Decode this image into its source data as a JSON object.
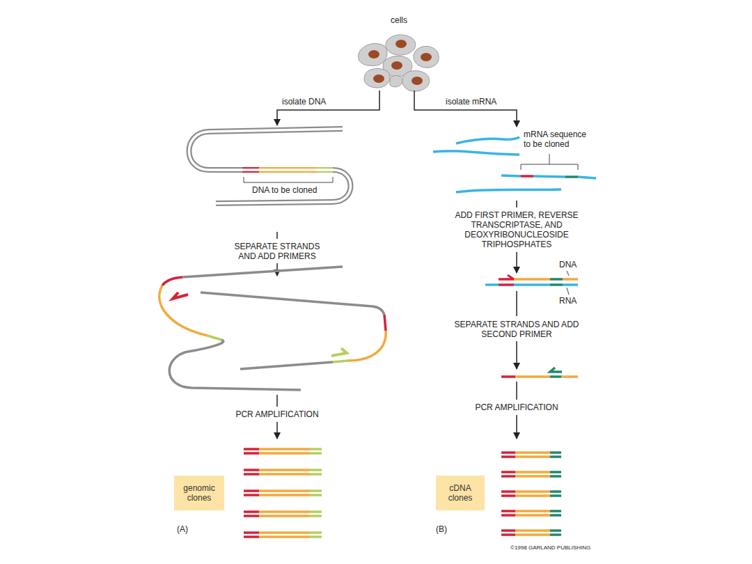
{
  "diagram": {
    "nodes": [
      {
        "text": [
          "genomic clones"
        ]
      },
      {
        "text": [
          "cDNA clones"
        ]
      }
    ],
    "labels": [
      "cells",
      "isolate DNA",
      "isolate mRNA",
      "mRNA sequence to be cloned",
      "DNA to be cloned",
      "SEPARATE STRANDS AND ADD PRIMERS",
      "ADD FIRST PRIMER, REVERSE TRANSCRIPTASE, AND DEOXYRIBONUCLEOSIDE TRIPHOSPHATES",
      "DNA",
      "RNA",
      "SEPARATE STRANDS AND ADD SECOND PRIMER",
      "PCR AMPLIFICATION",
      "PCR AMPLIFICATION",
      "(A)",
      "(B)",
      "©1998 GARLAND PUBLISHING"
    ]
  }
}
